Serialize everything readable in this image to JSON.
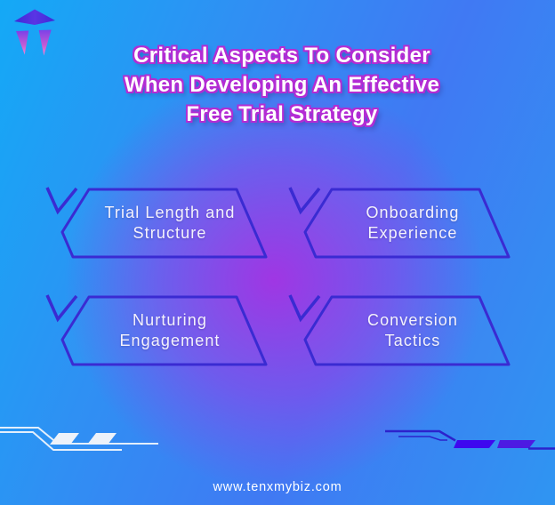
{
  "title": {
    "lines": [
      "Critical Aspects To Consider",
      "When Developing An Effective",
      "Free Trial Strategy"
    ]
  },
  "cards": [
    {
      "line1": "Trial Length and",
      "line2": "Structure"
    },
    {
      "line1": "Onboarding",
      "line2": "Experience"
    },
    {
      "line1": "Nurturing",
      "line2": "Engagement"
    },
    {
      "line1": "Conversion",
      "line2": "Tactics"
    }
  ],
  "footer": {
    "url": "www.tenxmybiz.com"
  },
  "logo": {
    "name": "tenxmybiz-rocket-logo"
  },
  "colors": {
    "card_border": "#3a2bd2",
    "title_fill": "#ffffff",
    "title_outline": "#b32cd4",
    "bg_top_left": "#14a9f6",
    "bg_blue": "#4079f3",
    "bg_center_purple": "#a830e2",
    "deco_left": "#edf2fa",
    "deco_right_shape": "#3e07ef",
    "deco_right_line": "#2c22cc",
    "logo_dart": "#4a2de2",
    "logo_blade_top": "#7b40e8",
    "logo_blade_tip": "#ef86d8"
  }
}
